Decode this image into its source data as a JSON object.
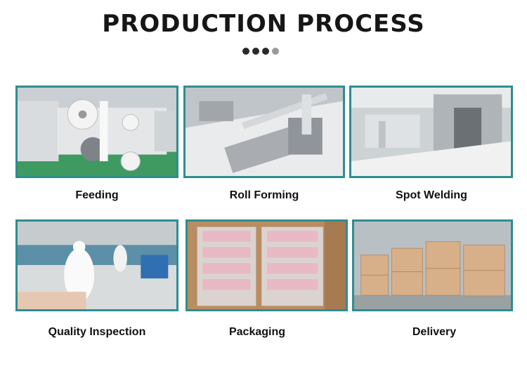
{
  "title": "PRODUCTION PROCESS",
  "dots": [
    "#2a2a2a",
    "#2a2a2a",
    "#2a2a2a",
    "#9a9a9a"
  ],
  "border_color": "#2f8d90",
  "steps": [
    {
      "label": "Feeding"
    },
    {
      "label": "Roll Forming"
    },
    {
      "label": "Spot Welding"
    },
    {
      "label": "Quality Inspection"
    },
    {
      "label": "Packaging"
    },
    {
      "label": "Delivery"
    }
  ]
}
